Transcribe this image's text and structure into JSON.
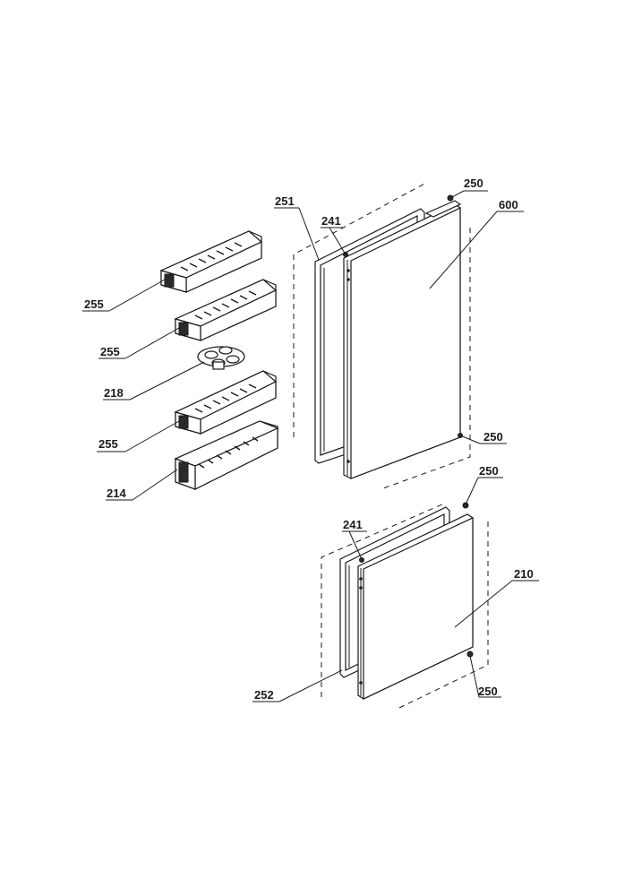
{
  "labels": {
    "l250a": "250",
    "l600": "600",
    "l251": "251",
    "l241a": "241",
    "l255a": "255",
    "l255b": "255",
    "l218": "218",
    "l255c": "255",
    "l214": "214",
    "l250b": "250",
    "l250c": "250",
    "l241b": "241",
    "l210": "210",
    "l252": "252",
    "l250d": "250"
  }
}
